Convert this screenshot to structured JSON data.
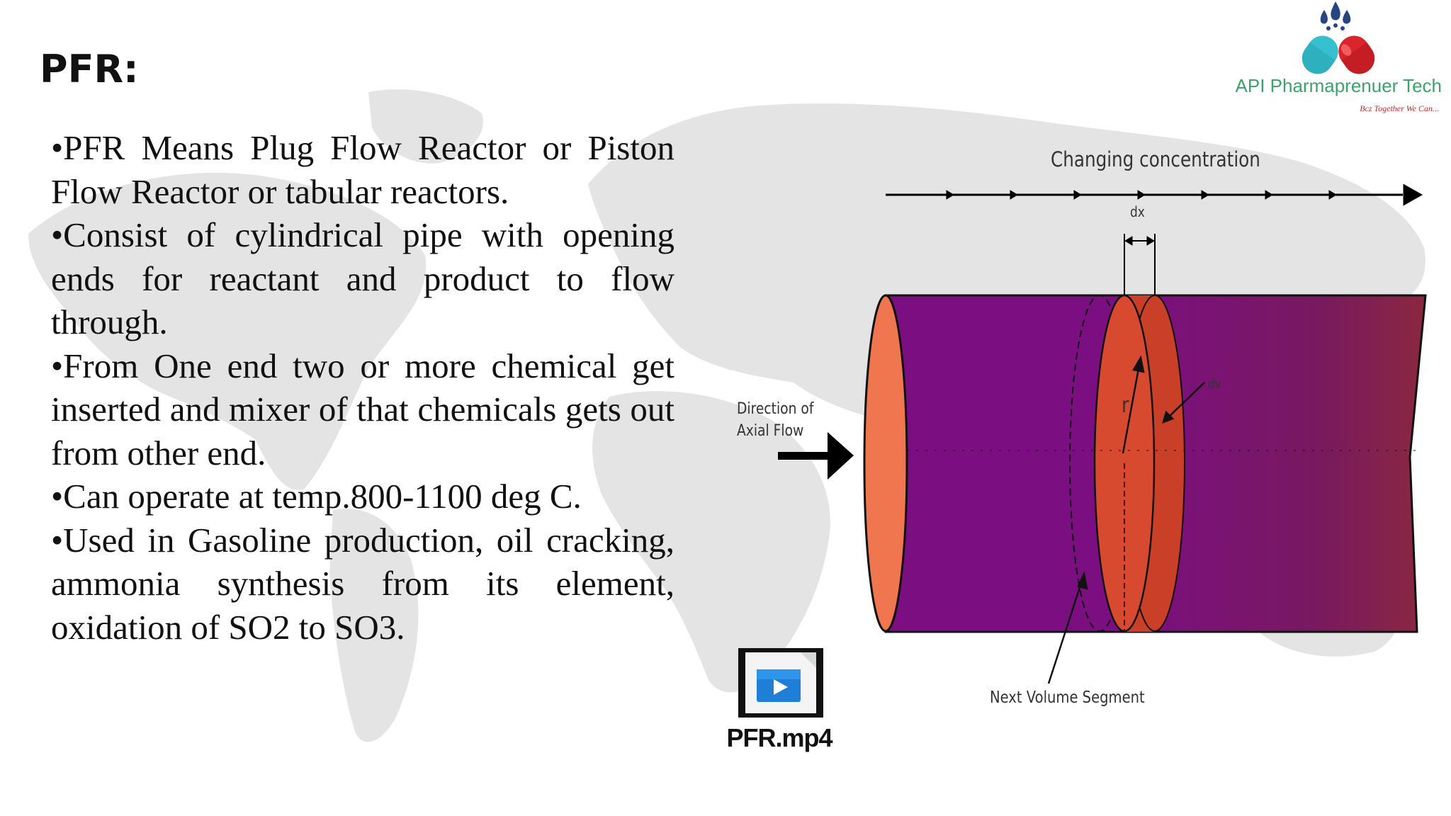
{
  "title": "PFR:",
  "bullets": [
    "•PFR Means Plug Flow Reactor or Piston Flow Reactor or tabular reactors.",
    "•Consist of cylindrical pipe with opening ends for reactant and product to flow through.",
    "•From One end two or more chemical get inserted and mixer of that chemicals gets out from other end.",
    "•Can operate at temp.800-1100 deg C.",
    "•Used in Gasoline production, oil cracking, ammonia synthesis from its element, oxidation of SO2 to SO3."
  ],
  "logo": {
    "name": "API Pharmaprenuer Tech",
    "tagline": "Bcz Together We Can...",
    "colors": {
      "left_capsule": "#36c0cf",
      "right_capsule": "#d9252b",
      "drops": "#27467f",
      "text": "#3aa46a"
    }
  },
  "diagram": {
    "label_concentration": "Changing concentration",
    "label_dx": "dx",
    "label_r": "r",
    "label_dv": "dv",
    "label_direction": "Direction of Axial Flow",
    "label_next_segment": "Next Volume Segment",
    "colors": {
      "pipe": "#7b0f82",
      "pipe_end": "#8a2840",
      "cap": "#f07650",
      "segment": "#c93f28"
    }
  },
  "video": {
    "filename": "PFR.mp4",
    "icon": "video-file-icon"
  }
}
